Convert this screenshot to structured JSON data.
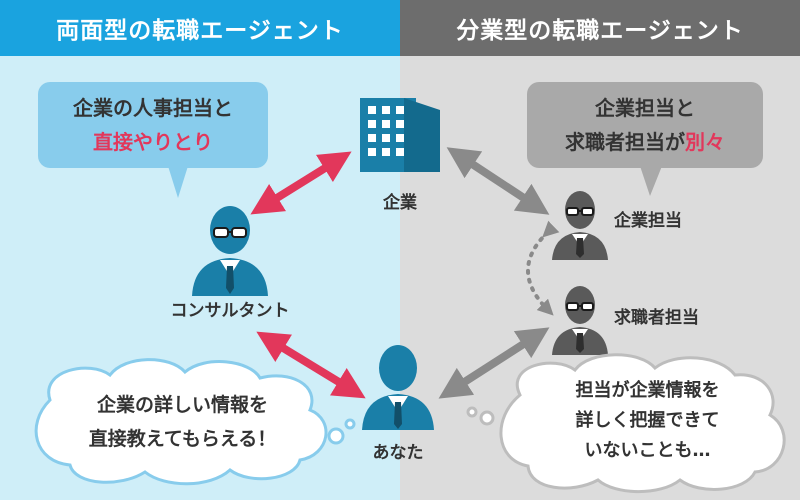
{
  "header": {
    "left_title": "両面型の転職エージェント",
    "right_title": "分業型の転職エージェント"
  },
  "left": {
    "bubble_line1": "企業の人事担当と",
    "bubble_line2": "直接やりとり",
    "consultant_label": "コンサルタント",
    "company_label": "企業",
    "you_label": "あなた",
    "cloud_line1": "企業の詳しい情報を",
    "cloud_line2": "直接教えてもらえる！"
  },
  "right": {
    "bubble_line1": "企業担当と",
    "bubble_line2_pre": "求職者担当が",
    "bubble_line2_em": "別々",
    "company_rep_label": "企業担当",
    "seeker_rep_label": "求職者担当",
    "cloud_line1": "担当が企業情報を",
    "cloud_line2": "詳しく把握できて",
    "cloud_line3": "いないことも…"
  },
  "colors": {
    "left_header": "#1aa3df",
    "right_header": "#6d6d6d",
    "left_bg": "#cfeef8",
    "right_bg": "#dcdcdc",
    "accent_red": "#e2375b",
    "person_blue": "#1a7fa8",
    "person_gray": "#5a5a5a",
    "arrow_gray": "#8a8a8a"
  },
  "icons": [
    "building-icon",
    "consultant-person-icon",
    "you-person-icon",
    "company-rep-person-icon",
    "seeker-rep-person-icon"
  ]
}
